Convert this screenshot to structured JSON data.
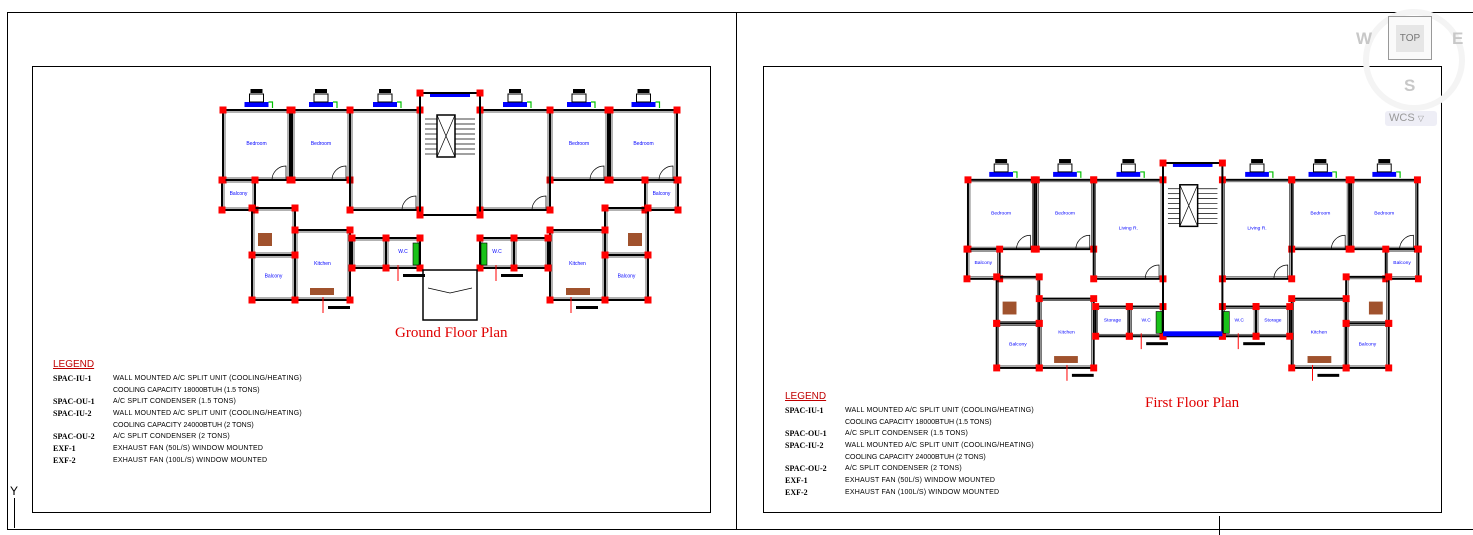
{
  "viewcube": {
    "top": "TOP",
    "west": "W",
    "east": "E",
    "south": "S",
    "ucs": "WCS"
  },
  "axis_label": "Y",
  "colors": {
    "plan_title": "#e00000",
    "column": "#ff0000",
    "window": "#0000ff",
    "door_ac": "#00c000",
    "fixture": "#a0522d",
    "label": "#0000ff"
  },
  "ground": {
    "title": "Ground Floor Plan",
    "rooms": {
      "bedroom": "Bedroom",
      "balcony": "Balcony",
      "kitchen": "Kitchen",
      "wc": "W.C"
    }
  },
  "first": {
    "title": "First Floor Plan",
    "rooms": {
      "bedroom": "Bedroom",
      "balcony": "Balcony",
      "kitchen": "Kitchen",
      "wc": "W.C",
      "living": "Living R.",
      "storage": "Storage"
    }
  },
  "legend": {
    "heading": "LEGEND",
    "items": [
      {
        "code": "SPAC-IU-1",
        "desc": "WALL MOUNTED A/C SPLIT UNIT (COOLING/HEATING)",
        "sub": "COOLING CAPACITY 18000BTUH (1.5 TONS)"
      },
      {
        "code": "SPAC-OU-1",
        "desc": "A/C SPLIT CONDENSER (1.5 TONS)"
      },
      {
        "code": "SPAC-IU-2",
        "desc": "WALL MOUNTED A/C SPLIT UNIT (COOLING/HEATING)",
        "sub": "COOLING CAPACITY 24000BTUH (2 TONS)"
      },
      {
        "code": "SPAC-OU-2",
        "desc": "A/C SPLIT CONDENSER (2 TONS)"
      },
      {
        "code": "EXF-1",
        "desc": "EXHAUST FAN (50L/S) WINDOW MOUNTED"
      },
      {
        "code": "EXF-2",
        "desc": "EXHAUST FAN (100L/S) WINDOW MOUNTED"
      }
    ]
  }
}
